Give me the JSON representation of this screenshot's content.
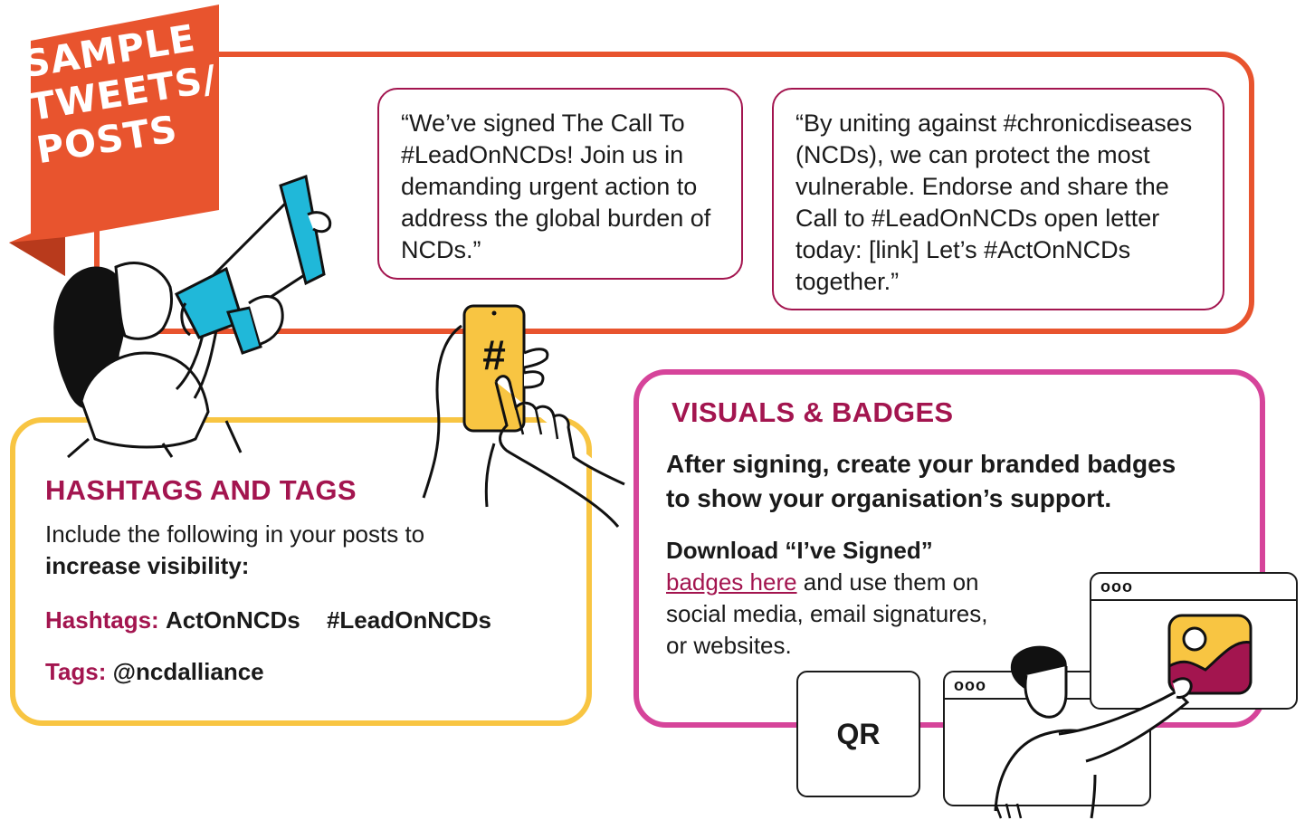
{
  "banner": {
    "lines": [
      "SAMPLE",
      "TWEETS/",
      "POSTS"
    ],
    "color": "#e8542e"
  },
  "tweets": [
    {
      "text": "“We’ve signed The Call To #LeadOnNCDs! Join us in demanding urgent action to address the global burden of NCDs.”"
    },
    {
      "text": "“By uniting against #chronicdiseases (NCDs), we can protect the most vulnerable. Endorse and share the Call to #LeadOnNCDs open letter today: [link] Let’s #ActOnNCDs together.”"
    }
  ],
  "hashtags_section": {
    "heading": "HASHTAGS AND TAGS",
    "intro": "Include the following in your posts to",
    "intro_bold": "increase visibility:",
    "hashtags_label": "Hashtags:",
    "hashtag_1": "ActOnNCDs",
    "hashtag_2": "#LeadOnNCDs",
    "tags_label": "Tags:",
    "tag_1": "@ncdalliance"
  },
  "visuals_section": {
    "heading": "VISUALS & BADGES",
    "line1_a": "After signing, create your",
    "line1_b": "branded badges",
    "line2": "to show your organisation’s support.",
    "download_bold": "Download “I’ve Signed”",
    "link_text": "badges here",
    "after_link": "and use them on",
    "line_social": "social media, email signatures,",
    "line_web": "or websites."
  },
  "phone": {
    "symbol": "#"
  },
  "qr": {
    "label": "QR"
  },
  "window_dots": "ooo",
  "colors": {
    "orange": "#e8542e",
    "yellow": "#f8c542",
    "pink": "#d6449a",
    "crimson": "#a3154f",
    "cyan": "#20b8d9"
  }
}
